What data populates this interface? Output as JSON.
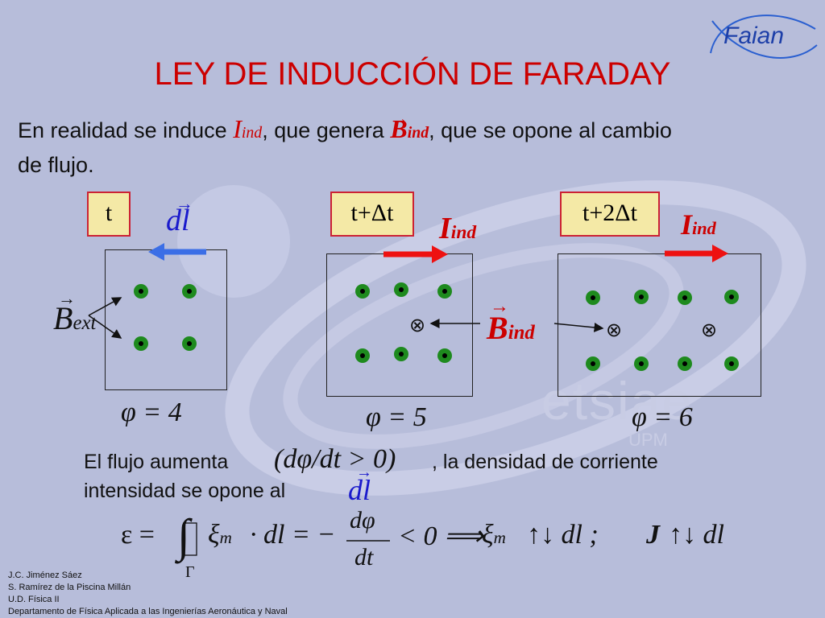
{
  "title": "LEY DE INDUCCIÓN DE FARADAY",
  "logo": "Faian",
  "watermark": "etsiae",
  "watermark_sub": "UPM",
  "intro": {
    "part1": "En realidad se induce",
    "I": "I",
    "ind": "ind",
    "part2": ", que genera",
    "B": "B",
    "part3": ", que se opone al cambio",
    "part4": "de flujo."
  },
  "panels": [
    {
      "label": "t",
      "flux": "φ = 4"
    },
    {
      "label": "t+Δt",
      "flux": "φ = 5"
    },
    {
      "label": "t+2Δt",
      "flux": "φ = 6"
    }
  ],
  "symbols": {
    "dl": "dl",
    "B": "B",
    "ext": "ext",
    "I": "I",
    "ind": "ind",
    "cross": "⊗"
  },
  "bottom": {
    "line1a": "El flujo aumenta",
    "condition": "(dφ/dt > 0)",
    "line1b": ", la densidad de corriente",
    "line2": "intensidad se opone al",
    "dl": "dl"
  },
  "equation": {
    "eps": "ε =",
    "xi": "ξ",
    "m": "m",
    "dot_dl": "· dl = −",
    "num": "dφ",
    "den": "dt",
    "lt0": "< 0 ⟹",
    "antipar": "↑↓ dl ;",
    "J": "J",
    "antipar2": "↑↓ dl",
    "gamma": "Γ"
  },
  "credits": [
    "J.C. Jiménez Sáez",
    "S. Ramírez de la Piscina Millán",
    "U.D. Física II",
    "Departamento de Física Aplicada a las Ingenierías Aeronáutica y Naval"
  ],
  "colors": {
    "title": "#cc0000",
    "dot": "#1e8a1e",
    "arrow_red": "#ee1111",
    "arrow_blue": "#3b6ee6",
    "background": "#b7bdda",
    "label_bg": "#f4e9a6"
  }
}
